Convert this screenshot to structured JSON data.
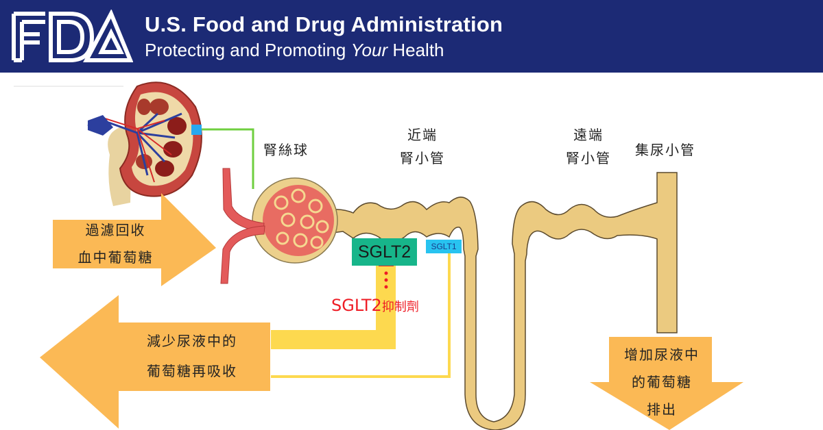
{
  "header": {
    "logo_text": "FDA",
    "title": "U.S. Food and Drug Administration",
    "subtitle_pre": "Protecting and Promoting ",
    "subtitle_em": "Your",
    "subtitle_post": " Health"
  },
  "labels": {
    "glomerulus": "腎絲球",
    "proximal_line1": "近端",
    "proximal_line2": "腎小管",
    "distal_line1": "遠端",
    "distal_line2": "腎小管",
    "collecting_duct": "集尿小管"
  },
  "transporters": {
    "sglt2": "SGLT2",
    "sglt1": "SGLT1"
  },
  "inhibitor": {
    "name": "SGLT2",
    "suffix": "抑制劑"
  },
  "arrows": {
    "filter": {
      "line1": "過濾回收",
      "line2": "血中葡萄糖"
    },
    "reduce": {
      "line1": "減少尿液中的",
      "line2": "葡萄糖再吸收"
    },
    "excrete": {
      "line1": "增加尿液中",
      "line2": "的葡萄糖",
      "line3": "排出"
    }
  },
  "colors": {
    "header_bg": "#1c2a75",
    "arrow_orange": "#fbb955",
    "tubule": "#ebca80",
    "sglt2_green": "#17b58a",
    "sglt1_blue": "#28c3f0",
    "path_yellow": "#fdd94f",
    "inhibitor_red": "#ee1c25",
    "connector_green": "#6fcf3f"
  }
}
